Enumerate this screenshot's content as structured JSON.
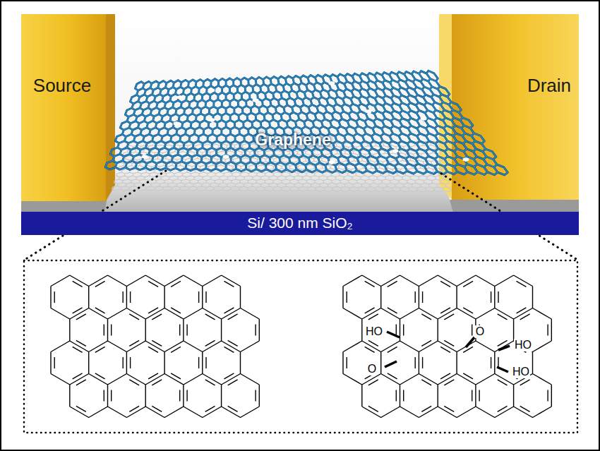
{
  "diagram": {
    "nodes": [
      {
        "text": [
          "Source"
        ]
      },
      {
        "text": [
          "Graphene"
        ]
      },
      {
        "text": [
          "Drain"
        ]
      },
      {
        "text": [
          "Si/ 300 nm SiO₂"
        ]
      }
    ],
    "labels": [
      "HO",
      "O",
      "HO",
      "O",
      "HO"
    ]
  }
}
